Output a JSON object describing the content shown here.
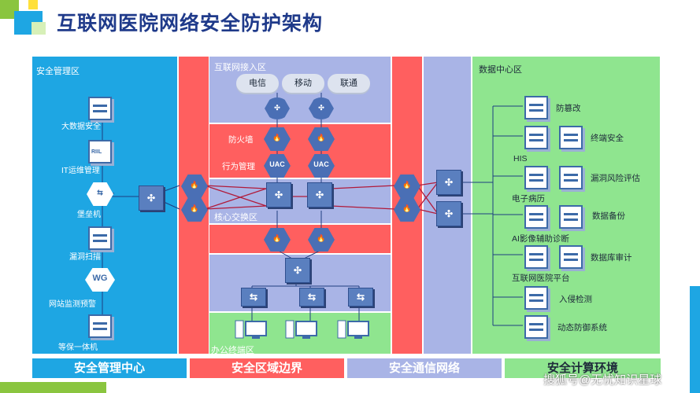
{
  "title": "互联网医院网络安全防护架构",
  "zones": {
    "mgmt": "安全管理区",
    "internet": "互联网接入区",
    "core": "核心交换区",
    "office": "办公终端区",
    "datacenter": "数据中心区"
  },
  "clouds": [
    "电信",
    "移动",
    "联通"
  ],
  "middle_rows": {
    "firewall": "防火墙",
    "behavior": "行为管理"
  },
  "uac": "UAC",
  "mgmt_items": [
    "大数据安全",
    "IT运维管理",
    "堡垒机",
    "漏洞扫描",
    "网站监测预警",
    "等保一体机"
  ],
  "wg": "WG",
  "riil": "RIIL",
  "dc_items": {
    "antitamper": "防篡改",
    "terminal": "终端安全",
    "his": "HIS",
    "vuln": "漏洞风险评估",
    "emr": "电子病历",
    "backup": "数据备份",
    "ai": "AI影像辅助诊断",
    "dbaudit": "数据库审计",
    "platform": "互联网医院平台",
    "ids": "入侵检测",
    "defense": "动态防御系统"
  },
  "banners": [
    "安全管理中心",
    "安全区域边界",
    "安全通信网络",
    "安全计算环境"
  ],
  "watermark": "搜狐号@无忧知识星球",
  "colors": {
    "blue": "#1ea6e3",
    "red": "#ff5f5f",
    "lavender": "#a9b4e6",
    "green": "#8fe58f",
    "title": "#1f3a8a"
  }
}
